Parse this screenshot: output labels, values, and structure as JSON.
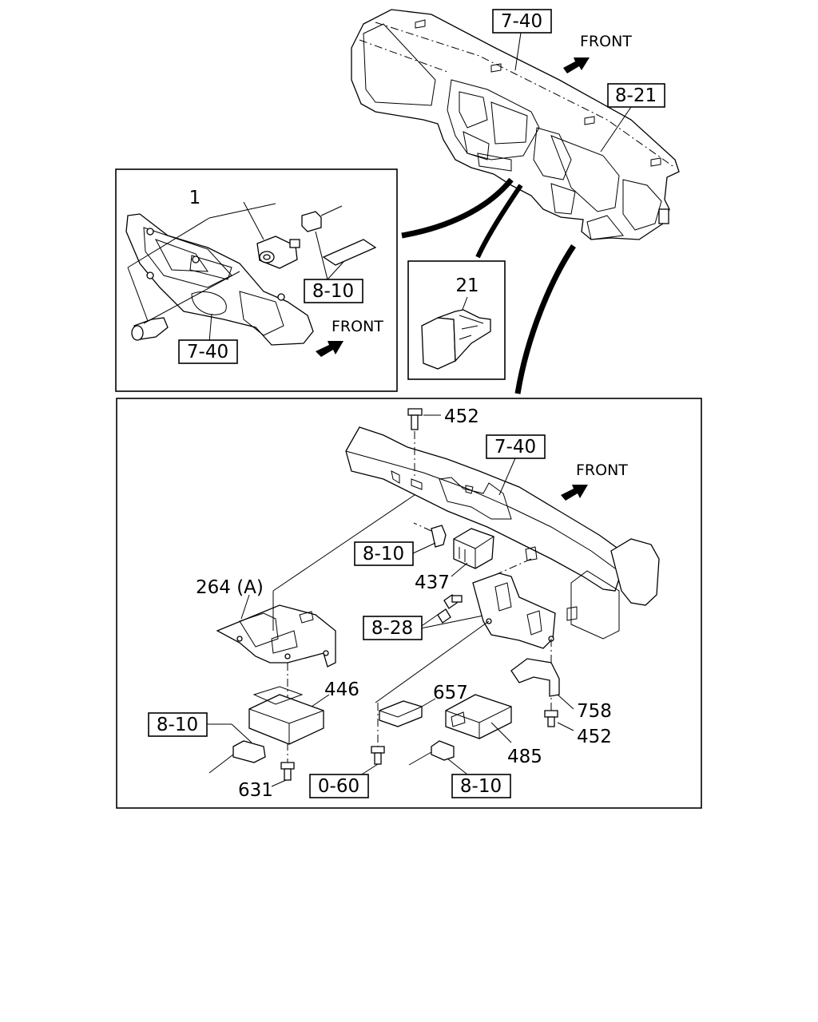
{
  "refs": {
    "dash_top": "7-40",
    "front_top": "FRONT",
    "dash_821": "8-21",
    "inset1_part1": "1",
    "inset1_810": "8-10",
    "inset1_front": "FRONT",
    "inset1_740": "7-40",
    "inset2_part21": "21",
    "main_452_top": "452",
    "main_740": "7-40",
    "main_front": "FRONT",
    "main_810_a": "8-10",
    "main_437": "437",
    "main_264a": "264 (A)",
    "main_828": "8-28",
    "main_446": "446",
    "main_657": "657",
    "main_758": "758",
    "main_452_bot": "452",
    "main_810_b": "8-10",
    "main_485": "485",
    "main_631": "631",
    "main_060": "0-60",
    "main_810_c": "8-10"
  }
}
